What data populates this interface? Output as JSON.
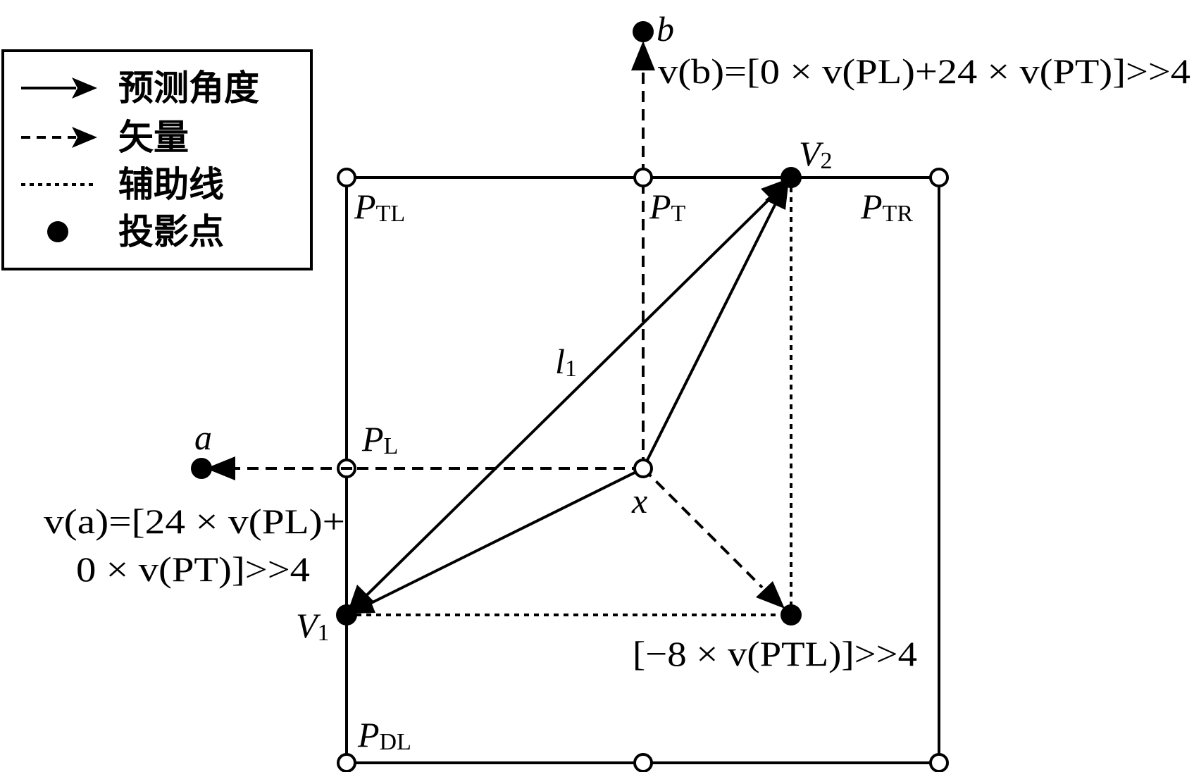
{
  "legend": {
    "items": [
      {
        "style": "solid-arrow",
        "label": "预测角度"
      },
      {
        "style": "dashed-arrow",
        "label": "矢量"
      },
      {
        "style": "dotted-line",
        "label": "辅助线"
      },
      {
        "style": "filled-dot",
        "label": "投影点"
      }
    ]
  },
  "points": {
    "ptl": {
      "main": "P",
      "sub": "TL"
    },
    "pt": {
      "main": "P",
      "sub": "T"
    },
    "ptr": {
      "main": "P",
      "sub": "TR"
    },
    "pl": {
      "main": "P",
      "sub": "L"
    },
    "pdl": {
      "main": "P",
      "sub": "DL"
    },
    "v1": {
      "main": "V",
      "sub": "1"
    },
    "v2": {
      "main": "V",
      "sub": "2"
    },
    "l1": {
      "main": "l",
      "sub": "1"
    },
    "x": "x",
    "a": "a",
    "b": "b"
  },
  "formulas": {
    "vb": "v(b)=[0 × v(PL)+24 × v(PT)]>>4",
    "va_line1": "v(a)=[24 × v(PL)+",
    "va_line2": "0 × v(PT)]>>4",
    "corner": "[−8 × v(PTL)]>>4"
  },
  "colors": {
    "stroke": "#000000",
    "background": "#ffffff"
  }
}
